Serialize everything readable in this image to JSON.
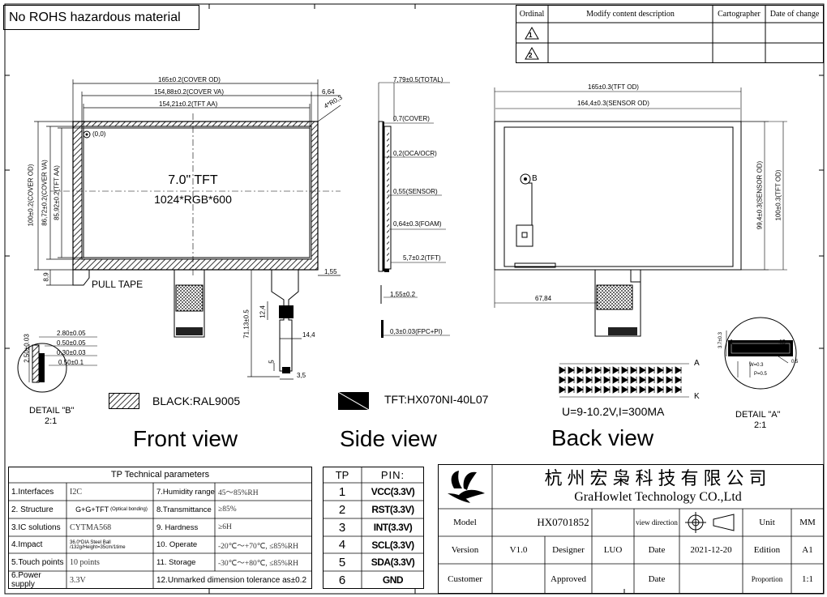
{
  "rohs_note": "No ROHS hazardous material",
  "revision_table": {
    "headers": [
      "Ordinal",
      "Modify content description",
      "Cartographer",
      "Date of change"
    ],
    "rows": [
      "1",
      "2"
    ]
  },
  "front_view": {
    "title": "Front view",
    "dims": {
      "cover_od_w": "165±0.2(COVER OD)",
      "cover_va_w": "154,88±0.2(COVER VA)",
      "tft_aa_w": "154,21±0.2(TFT AA)",
      "right_gap": "6,64",
      "corner": "4*R0,3",
      "cover_od_h": "100±0.2(COVER OD)",
      "cover_va_h": "86,72±0.2(COVER VA)",
      "tft_aa_h": "85,92±0.2(TFT AA)",
      "bottom_gap": "8,9",
      "bottom_right": "1,55",
      "fpc_len": "71,13±0.5",
      "fpc_mid": "12,4",
      "fpc_w": "14,4",
      "fpc_tail": "5",
      "fpc_tip": "3,5"
    },
    "origin": "(0,0)",
    "label_size": "7.0\" TFT",
    "label_res": "1024*RGB*600",
    "pull_tape": "PULL TAPE"
  },
  "detail_b": {
    "title": "DETAIL \"B\"",
    "scale": "2:1",
    "dims": [
      "2.80±0.05",
      "0.50±0.05",
      "0.30±0.03",
      "0.50±0.1",
      "2.50±0.03"
    ]
  },
  "legend": {
    "black": "BLACK:RAL9005",
    "tft": "TFT:HX070NI-40L07"
  },
  "side_view": {
    "title": "Side view",
    "dims": [
      "7,79±0.5(TOTAL)",
      "0,7(COVER)",
      "0,2(OCA/OCR)",
      "0,55(SENSOR)",
      "0,64±0.3(FOAM)",
      "5,7±0.2(TFT)",
      "1,55±0.2",
      "0,3±0.03(FPC+PI)"
    ]
  },
  "back_view": {
    "title": "Back view",
    "dims": {
      "tft_od_w": "165±0.3(TFT OD)",
      "sensor_od_w": "164,4±0.3(SENSOR OD)",
      "sensor_od_h": "99,4±0.3(SENSOR OD)",
      "tft_od_h": "100±0.3(TFT OD)",
      "offset": "67,84"
    },
    "marker": "B",
    "led_a": "A",
    "led_k": "K",
    "led_spec": "U=9-10.2V,I=300MA"
  },
  "detail_a": {
    "title": "DETAIL \"A\"",
    "scale": "2:1",
    "dims": [
      "3.7±0.3",
      "1",
      "40",
      "W=0.3",
      "P=0.5",
      "0.5"
    ]
  },
  "tp_params": {
    "title": "TP Technical parameters",
    "rows": [
      {
        "k1": "1.Interfaces",
        "v1": "I2C",
        "k2": "7.Humidity range",
        "v2": "45～85%RH"
      },
      {
        "k1": "2. Structure",
        "v1": "G+G+TFT",
        "v1s": "(Optical bonding)",
        "k2": "8.Transmittance",
        "v2": "≥85%"
      },
      {
        "k1": "3.IC solutions",
        "v1": "CYTMA568",
        "k2": "9. Hardness",
        "v2": "≥6H"
      },
      {
        "k1": "4.Impact",
        "v1": "36.0*DIA Steel Ball",
        "v1s": "/132g/Height=35cm/1time",
        "k2": "10. Operate",
        "v2": "-20℃～+70℃, ≤85%RH"
      },
      {
        "k1": "5.Touch points",
        "v1": "10 points",
        "k2": "11. Storage",
        "v2": "-30℃～+80℃, ≤85%RH"
      },
      {
        "k1": "6.Power supply",
        "v1": "3.3V",
        "k2": "12.Unmarked dimension tolerance as±0.2",
        "v2": ""
      }
    ]
  },
  "pin_table": {
    "headers": [
      "TP",
      "PIN:"
    ],
    "rows": [
      {
        "n": "1",
        "p": "VCC(3.3V)"
      },
      {
        "n": "2",
        "p": "RST(3.3V)"
      },
      {
        "n": "3",
        "p": "INT(3.3V)"
      },
      {
        "n": "4",
        "p": "SCL(3.3V)"
      },
      {
        "n": "5",
        "p": "SDA(3.3V)"
      },
      {
        "n": "6",
        "p": "GND"
      }
    ]
  },
  "title_block": {
    "company_cn": "杭州宏枭科技有限公司",
    "company_en": "GraHowlet Technology CO.,Ltd",
    "model_label": "Model",
    "model_value": "HX0701852",
    "view_dir": "view direction",
    "unit_label": "Unit",
    "unit_value": "MM",
    "version_label": "Version",
    "version_value": "V1.0",
    "designer_label": "Designer",
    "designer_value": "LUO",
    "date_label": "Date",
    "date_value": "2021-12-20",
    "edition_label": "Edition",
    "edition_value": "A1",
    "customer_label": "Customer",
    "approved_label": "Approved",
    "date2_label": "Date",
    "proportion_label": "Proportion",
    "proportion_value": "1:1"
  }
}
